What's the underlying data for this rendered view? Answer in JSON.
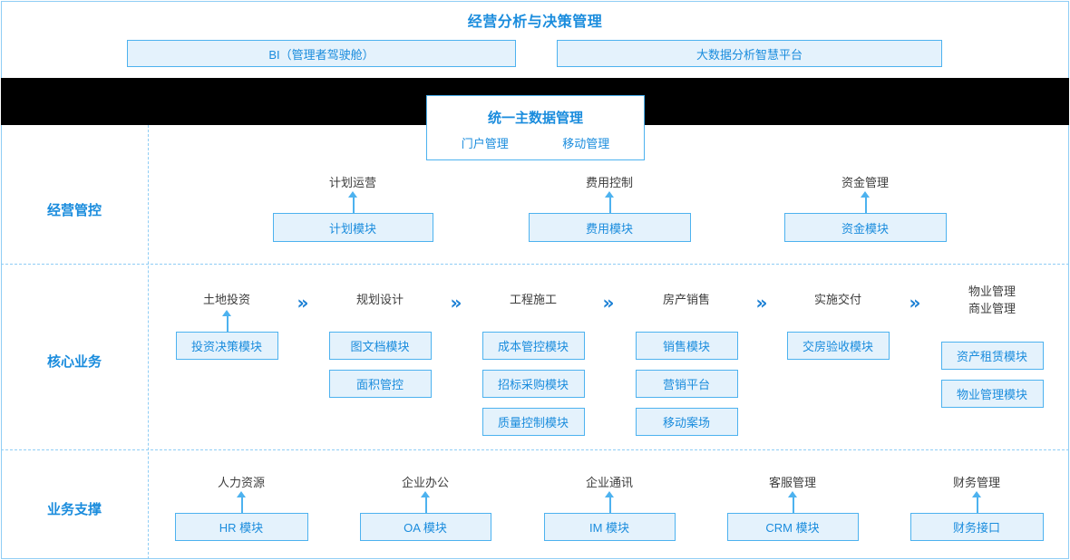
{
  "top": {
    "title": "经营分析与决策管理",
    "boxes": [
      {
        "label": "BI（管理者驾驶舱）"
      },
      {
        "label": "大数据分析智慧平台"
      }
    ]
  },
  "master": {
    "title": "统一主数据管理",
    "subs": [
      {
        "label": "门户管理"
      },
      {
        "label": "移动管理"
      }
    ]
  },
  "rows": [
    {
      "label": "经营管控",
      "columns": [
        {
          "caption": "计划运营",
          "arrow": true,
          "modules": [
            {
              "label": "计划模块"
            }
          ]
        },
        {
          "caption": "费用控制",
          "arrow": true,
          "modules": [
            {
              "label": "费用模块"
            }
          ]
        },
        {
          "caption": "资金管理",
          "arrow": true,
          "modules": [
            {
              "label": "资金模块"
            }
          ]
        }
      ]
    },
    {
      "label": "核心业务",
      "columns": [
        {
          "caption": "土地投资",
          "arrow": true,
          "chevron_after": "»",
          "modules": [
            {
              "label": "投资决策模块"
            }
          ]
        },
        {
          "caption": "规划设计",
          "arrow": false,
          "chevron_after": "»",
          "modules": [
            {
              "label": "图文档模块"
            },
            {
              "label": "面积管控"
            }
          ]
        },
        {
          "caption": "工程施工",
          "arrow": false,
          "chevron_after": "»",
          "modules": [
            {
              "label": "成本管控模块"
            },
            {
              "label": "招标采购模块"
            },
            {
              "label": "质量控制模块"
            }
          ]
        },
        {
          "caption": "房产销售",
          "arrow": false,
          "chevron_after": "»",
          "modules": [
            {
              "label": "销售模块"
            },
            {
              "label": "营销平台"
            },
            {
              "label": "移动案场"
            }
          ]
        },
        {
          "caption": "实施交付",
          "arrow": false,
          "chevron_after": "»",
          "modules": [
            {
              "label": "交房验收模块"
            }
          ]
        },
        {
          "caption": "物业管理\n商业管理",
          "arrow": false,
          "chevron_after": "",
          "modules": [
            {
              "label": "资产租赁模块"
            },
            {
              "label": "物业管理模块"
            }
          ]
        }
      ]
    },
    {
      "label": "业务支撑",
      "columns": [
        {
          "caption": "人力资源",
          "arrow": true,
          "modules": [
            {
              "label": "HR 模块"
            }
          ]
        },
        {
          "caption": "企业办公",
          "arrow": true,
          "modules": [
            {
              "label": "OA 模块"
            }
          ]
        },
        {
          "caption": "企业通讯",
          "arrow": true,
          "modules": [
            {
              "label": "IM 模块"
            }
          ]
        },
        {
          "caption": "客服管理",
          "arrow": true,
          "modules": [
            {
              "label": "CRM 模块"
            }
          ]
        },
        {
          "caption": "财务管理",
          "arrow": true,
          "modules": [
            {
              "label": "财务接口"
            }
          ]
        }
      ]
    }
  ],
  "colors": {
    "accent": "#1a8cdd",
    "border": "#4db2ef",
    "fill": "#e4f2fc",
    "dashed": "#8fcdf5",
    "redacted": "#000000",
    "caption": "#3c3c3c"
  },
  "redacted_band": {
    "label": "redacted-band"
  }
}
